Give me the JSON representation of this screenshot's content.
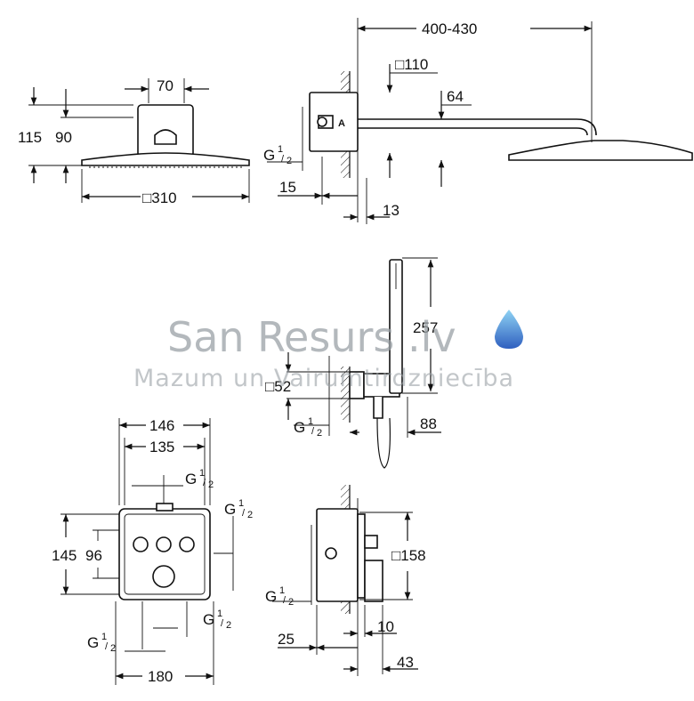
{
  "dims": {
    "head_depth": "70",
    "head_height_a": "115",
    "head_height_b": "90",
    "head_width": "□310",
    "arm_length": "400-430",
    "wall_flange": "□110",
    "arm_height": "64",
    "thread_top": "G",
    "thread_frac_num": "1",
    "thread_frac_den": "2",
    "wall_offset": "15",
    "flange_thickness": "13",
    "hand_shower_height": "257",
    "outlet_flange": "□52",
    "outlet_depth": "88",
    "plate_width_outer": "146",
    "plate_width_inner": "135",
    "plate_height_outer": "145",
    "plate_height_inner": "96",
    "plate_bottom_width": "180",
    "valve_plate": "□158",
    "valve_offset": "25",
    "knob_depth": "10",
    "knob_total": "43"
  },
  "watermark": {
    "title": "San Resurs .lv",
    "subtitle": "Mazum un Vairumtirdzniecība",
    "drop_color": "#3a7bd5"
  }
}
